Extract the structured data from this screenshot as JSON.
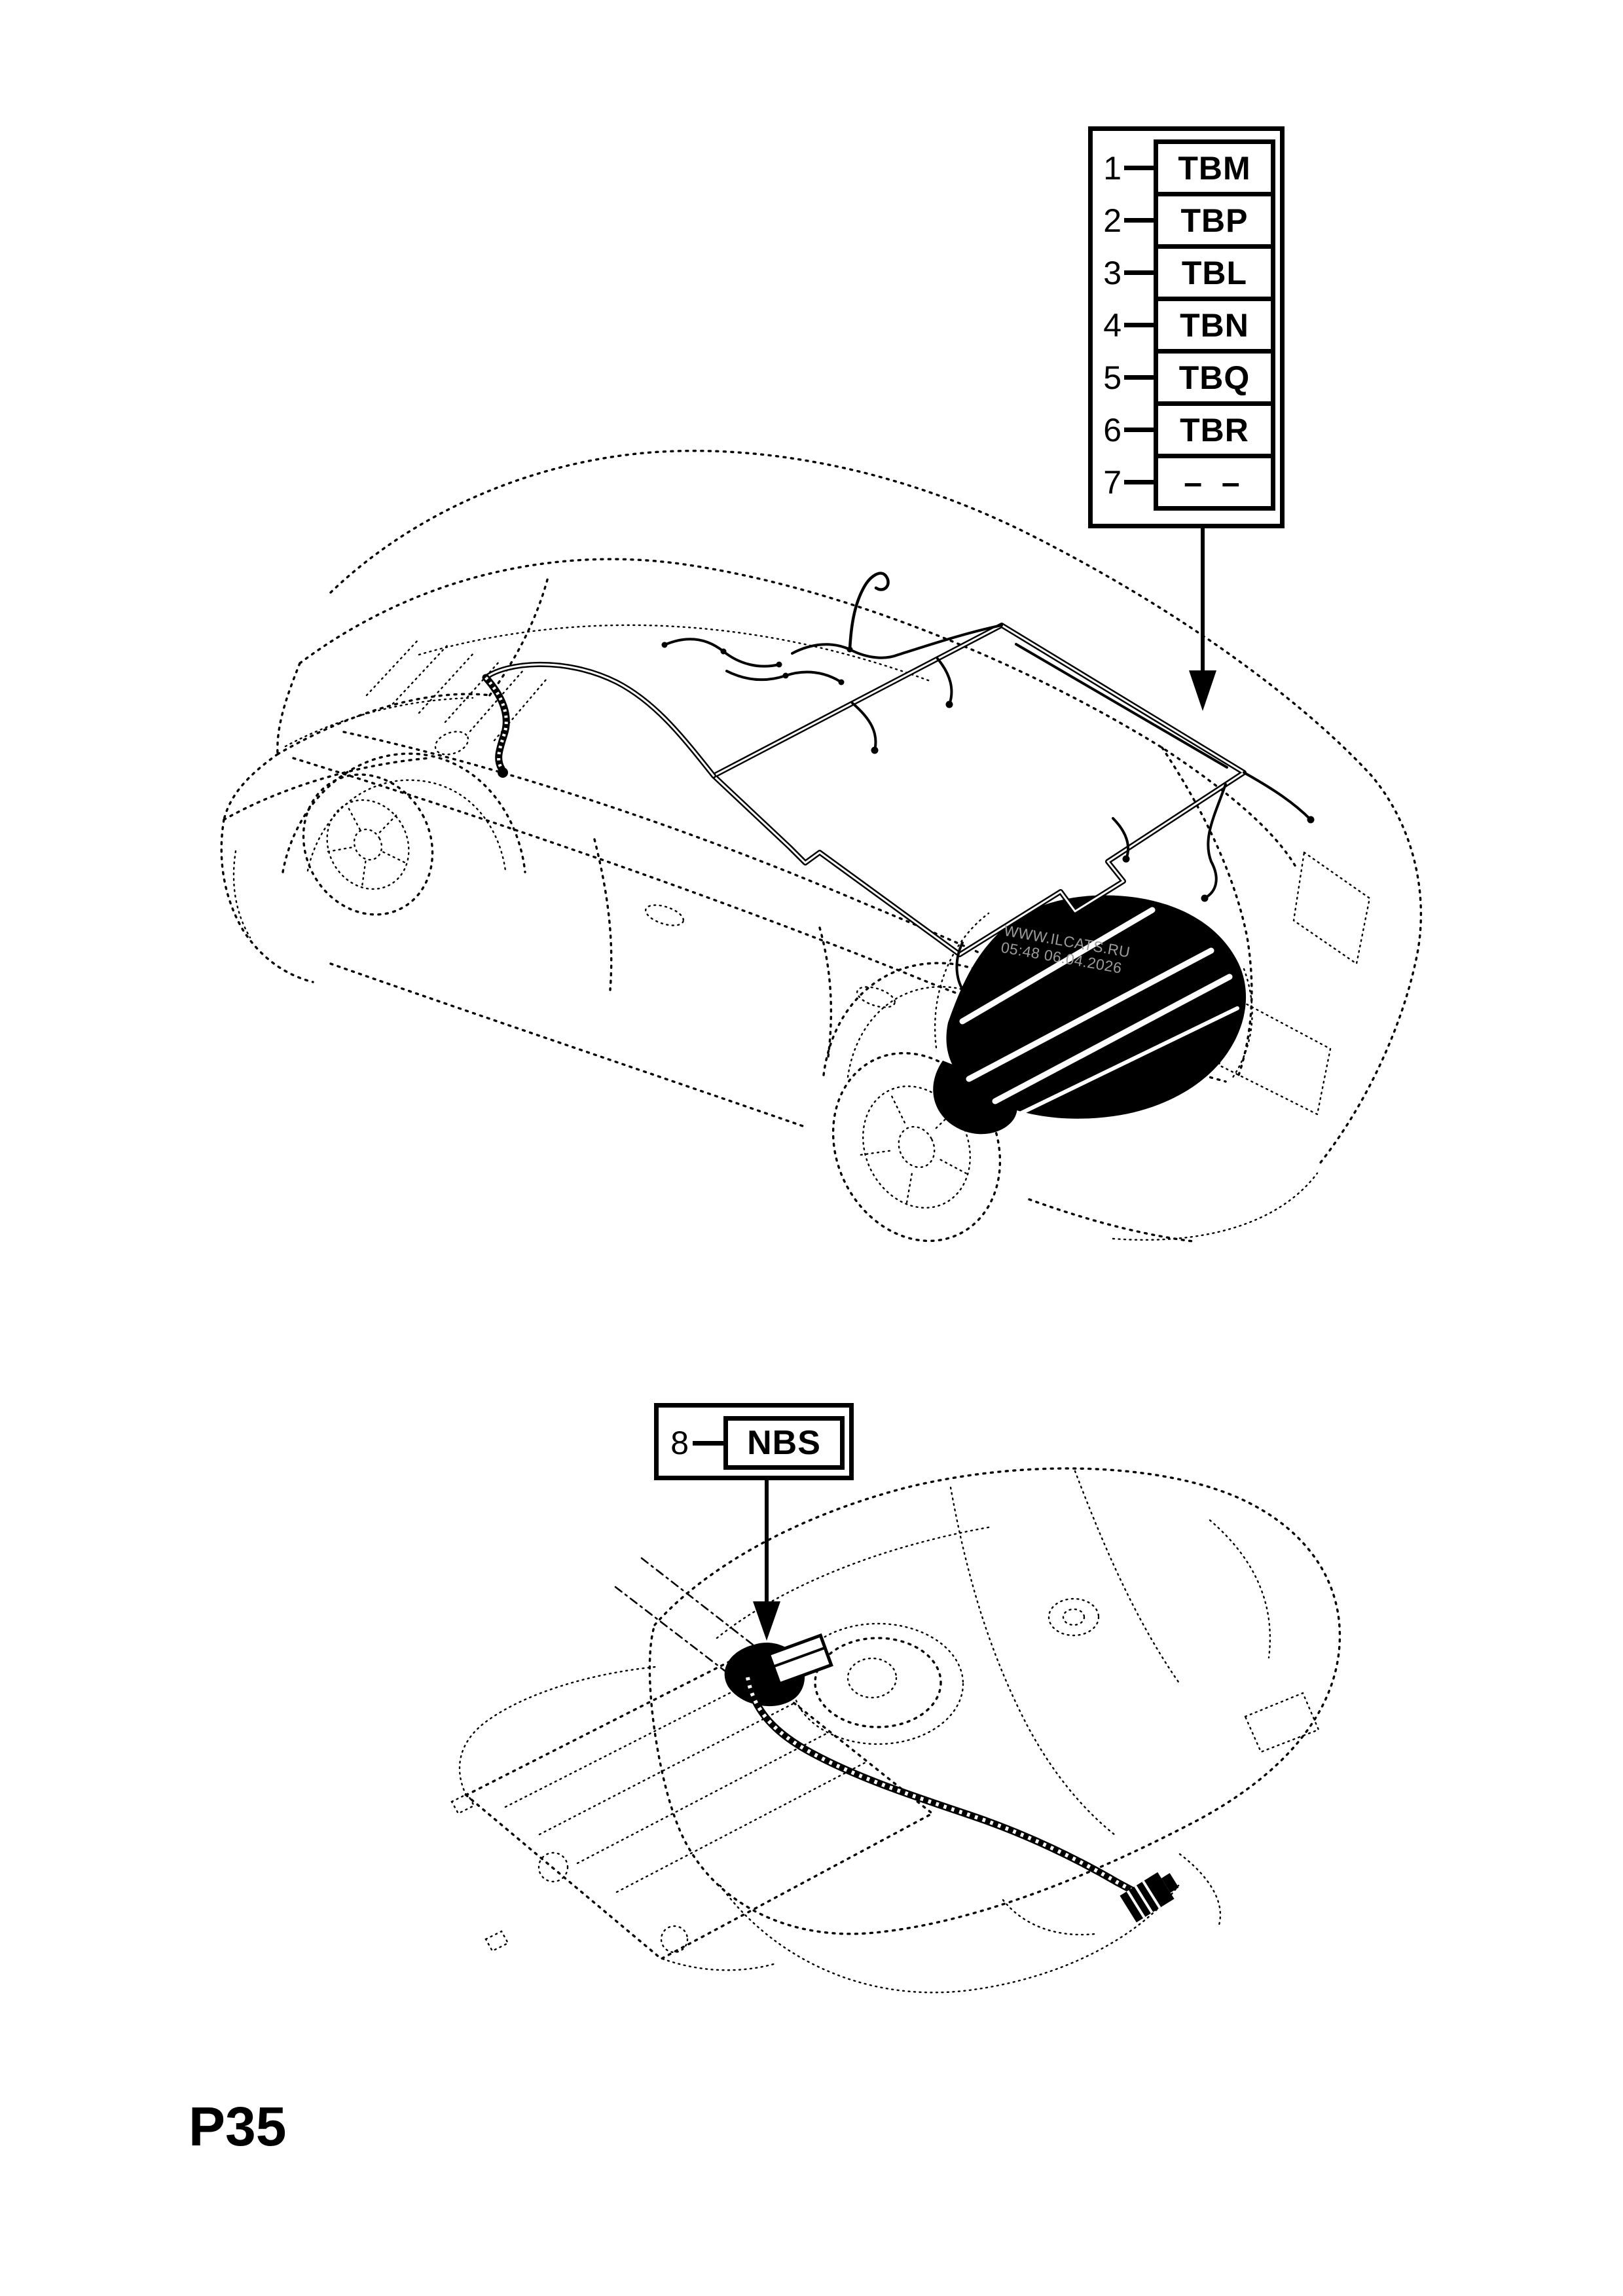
{
  "page": {
    "number": "P35"
  },
  "colors": {
    "ink": "#000000",
    "paper": "#ffffff",
    "watermark_gray": "#9b9b9b"
  },
  "watermark": {
    "line1": "WWW.ILCATS.RU",
    "line2": "05:48 06.04.2026"
  },
  "legend_roof": {
    "items": [
      {
        "num": "1",
        "code": "TBM"
      },
      {
        "num": "2",
        "code": "TBP"
      },
      {
        "num": "3",
        "code": "TBL"
      },
      {
        "num": "4",
        "code": "TBN"
      },
      {
        "num": "5",
        "code": "TBQ"
      },
      {
        "num": "6",
        "code": "TBR"
      },
      {
        "num": "7",
        "code": "– –"
      }
    ]
  },
  "legend_fuel": {
    "items": [
      {
        "num": "8",
        "code": "NBS"
      }
    ]
  }
}
